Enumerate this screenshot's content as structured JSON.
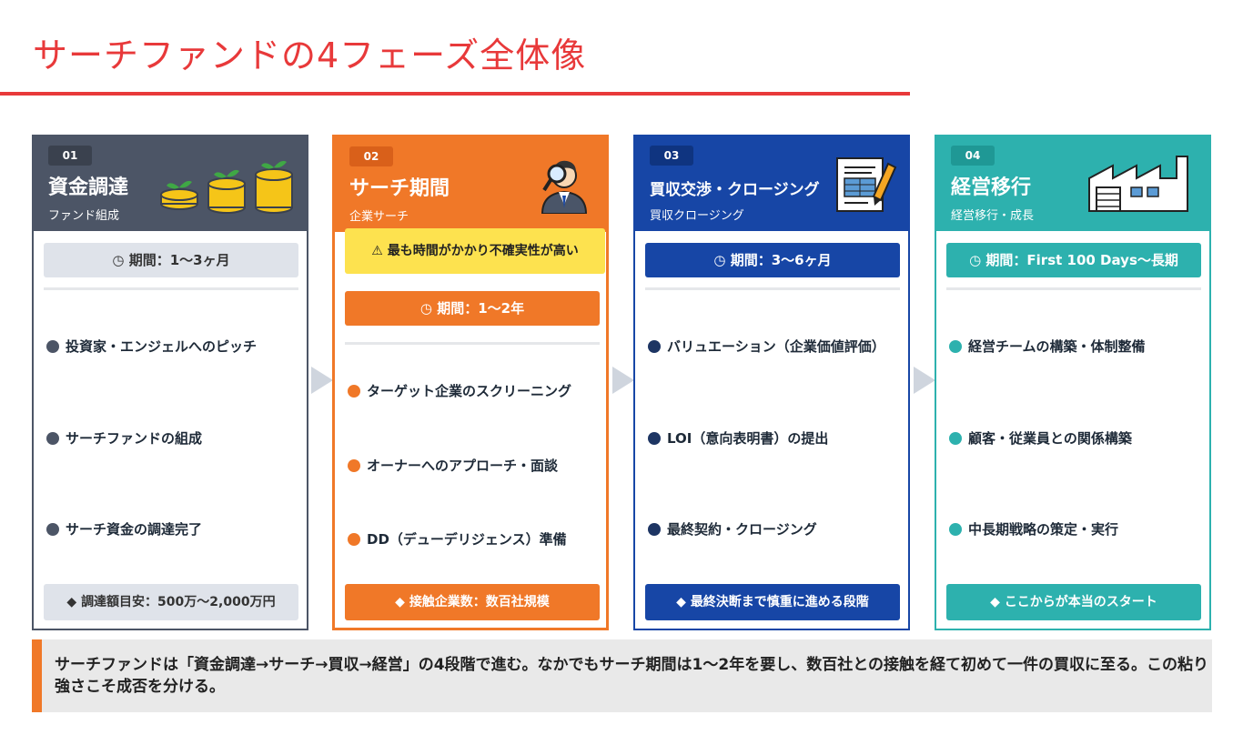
{
  "title": "サーチファンドの4フェーズ全体像",
  "phases": [
    {
      "number": "01",
      "title": "資金調達",
      "subtitle": "ファンド組成",
      "icon": "coins-sprout-icon",
      "period": "◷ 期間：1〜3ヶ月",
      "items": [
        "投資家・エンジェルへのピッチ",
        "サーチファンドの組成",
        "サーチ資金の調達完了"
      ],
      "footer": "◆ 調達額目安：500万〜2,000万円",
      "color": "#4c5566"
    },
    {
      "number": "02",
      "title": "サーチ期間",
      "subtitle": "企業サーチ",
      "icon": "magnifier-person-icon",
      "warning": "⚠ 最も時間がかかり不確実性が高い",
      "period": "◷ 期間：1〜2年",
      "items": [
        "ターゲット企業のスクリーニング",
        "オーナーへのアプローチ・面談",
        "DD（デューデリジェンス）準備"
      ],
      "footer": "◆ 接触企業数：数百社規模",
      "color": "#f07828"
    },
    {
      "number": "03",
      "title": "買収交渉・クロージング",
      "subtitle": "買収クロージング",
      "icon": "document-pen-icon",
      "period": "◷ 期間：3〜6ヶ月",
      "items": [
        "バリュエーション（企業価値評価）",
        "LOI（意向表明書）の提出",
        "最終契約・クロージング"
      ],
      "footer": "◆ 最終決断まで慎重に進める段階",
      "color": "#1746a6"
    },
    {
      "number": "04",
      "title": "経営移行",
      "subtitle": "経営移行・成長",
      "icon": "factory-icon",
      "period": "◷ 期間：First 100 Days〜長期",
      "items": [
        "経営チームの構築・体制整備",
        "顧客・従業員との関係構築",
        "中長期戦略の策定・実行"
      ],
      "footer": "◆ ここからが本当のスタート",
      "color": "#2db1ae"
    }
  ],
  "note": "サーチファンドは「資金調達→サーチ→買収→経営」の4段階で進む。なかでもサーチ期間は1〜2年を要し、数百社との接触を経て初めて一件の買収に至る。この粘り強さこそ成否を分ける。"
}
